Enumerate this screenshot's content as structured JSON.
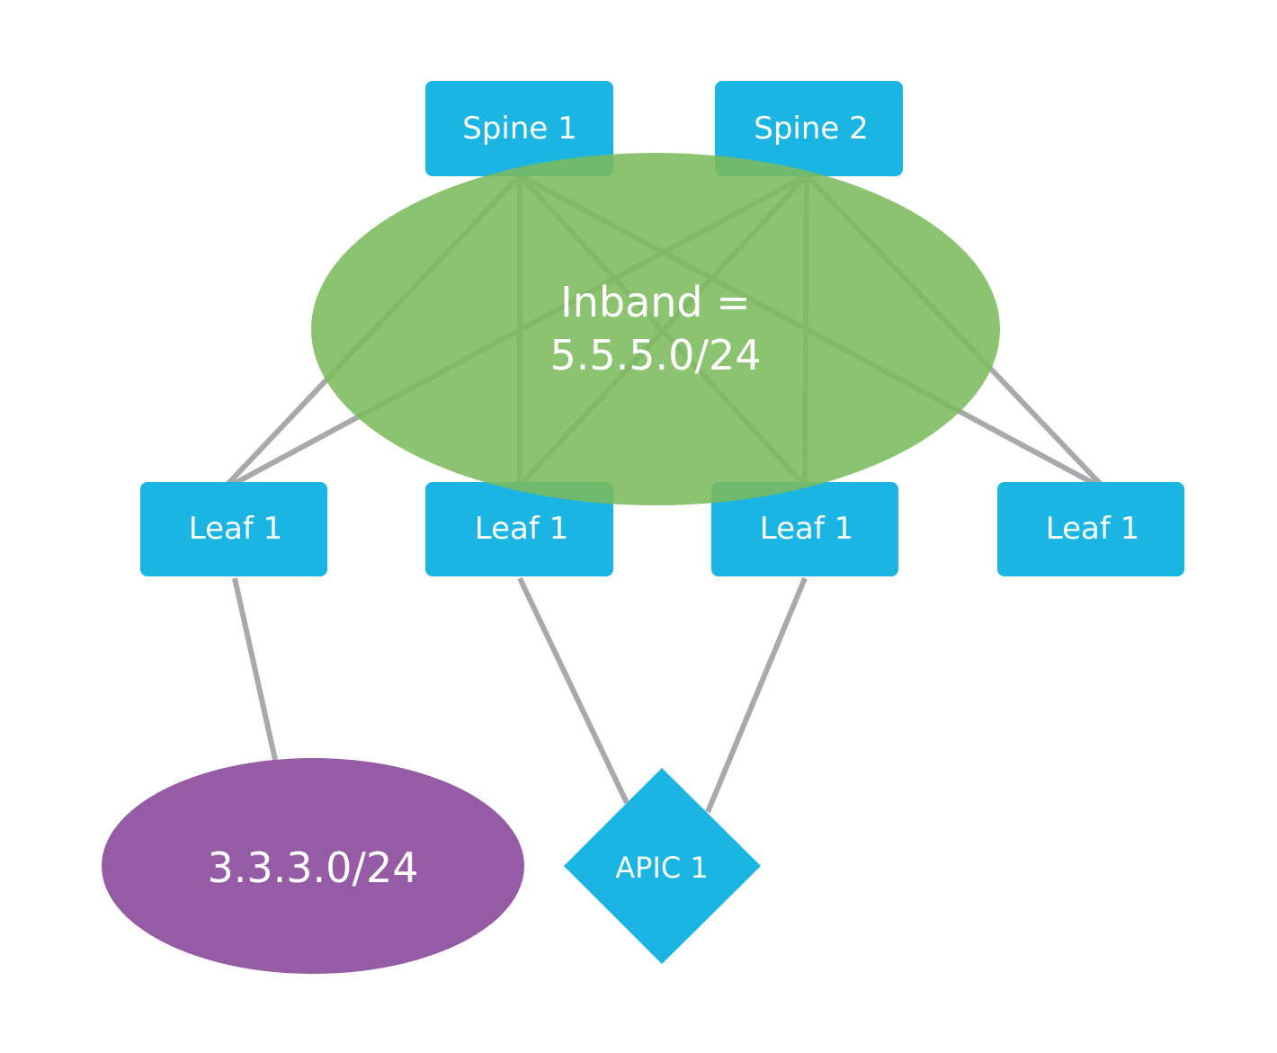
{
  "nodes": {
    "spine1": "Spine 1",
    "spine2": "Spine 2",
    "leaf_a": "Leaf 1",
    "leaf_b": "Leaf 1",
    "leaf_c": "Leaf 1",
    "leaf_d": "Leaf 1",
    "apic": "APIC 1"
  },
  "networks": {
    "inband_line1": "Inband =",
    "inband_line2": "5.5.5.0/24",
    "external": "3.3.3.0/24"
  },
  "colors": {
    "switch": "#1ab5e2",
    "inband_ellipse": "#7cbb5d",
    "external_ellipse": "#955ba5",
    "link": "#a7a9ac",
    "label": "#ffffff"
  }
}
